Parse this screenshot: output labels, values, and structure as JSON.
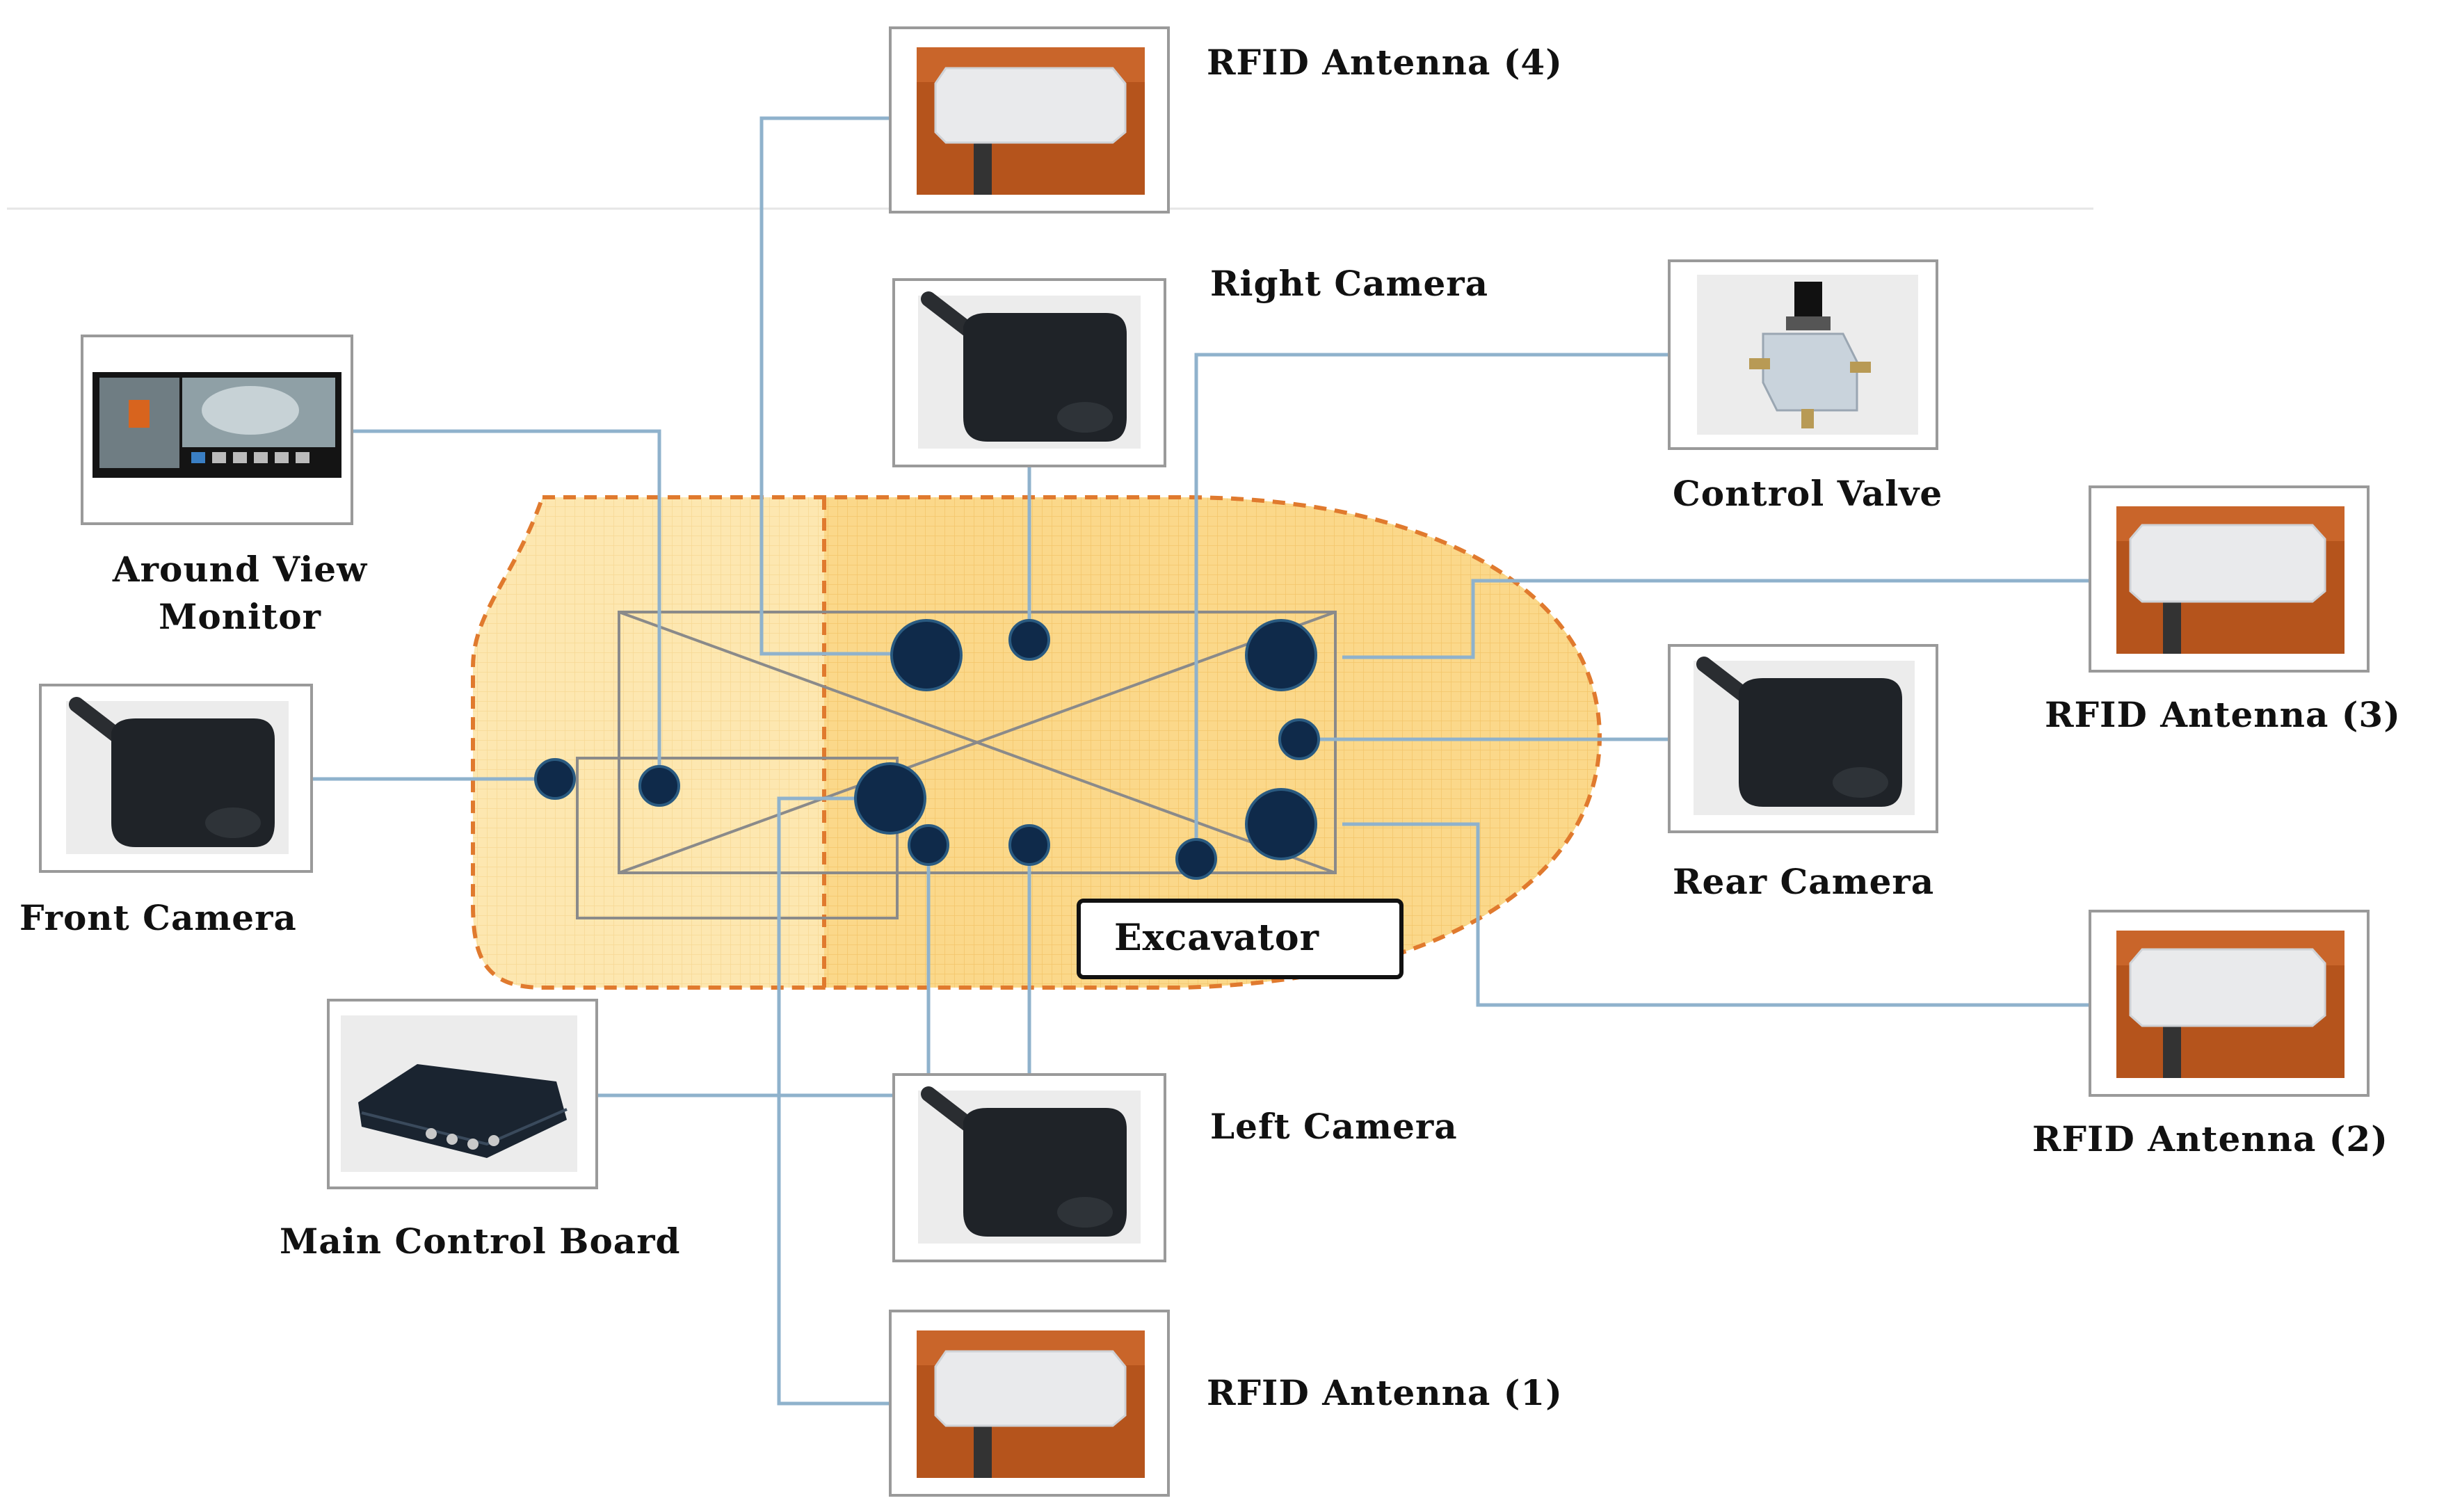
{
  "labels": {
    "rfid_4": "RFID Antenna (4)",
    "right_camera": "Right Camera",
    "control_valve": "Control Valve",
    "around_view_monitor_line1": "Around View",
    "around_view_monitor_line2": "Monitor",
    "rfid_3": "RFID Antenna (3)",
    "rear_camera": "Rear Camera",
    "front_camera": "Front Camera",
    "excavator": "Excavator",
    "rfid_2": "RFID Antenna (2)",
    "left_camera": "Left Camera",
    "main_control_board": "Main Control Board",
    "rfid_1": "RFID Antenna (1)"
  },
  "colors": {
    "excavator_fill": "#fbd88a",
    "excavator_fill_light": "#fde7b0",
    "excavator_outline": "#e07a2e",
    "connector_line": "#8fb2cc",
    "node_fill": "#0f2a4a",
    "photo_frame": "#9a9a9a",
    "antenna_background": "#b5541c",
    "camera_body": "#1f2328"
  }
}
